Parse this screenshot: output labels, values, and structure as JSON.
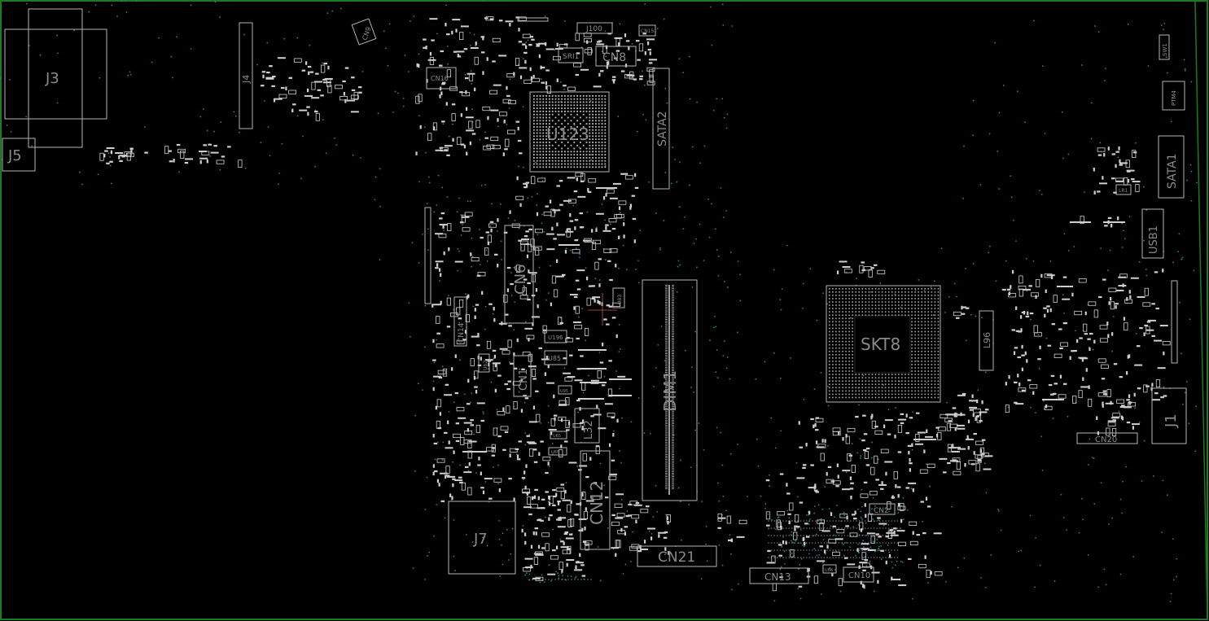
{
  "view": {
    "name": "pcb-boardview",
    "border_color": "#1e7a1e",
    "background": "#000000",
    "outline_color": "#b4b4b4",
    "label_color": "#8a8a8a",
    "via_color": "#1f8a8a"
  },
  "components": {
    "J3": "J3",
    "J5": "J5",
    "J4": "J4",
    "CN9": "CN9",
    "CN16": "CN16",
    "U123": "U123",
    "SRI1": "SRI1",
    "CN8": "CN8",
    "J100": "J100",
    "CN15": "CN15",
    "SATA2": "SATA2",
    "SW1": "SW1",
    "PTM4": "PTM4",
    "SATA1": "SATA1",
    "USB1": "USB1",
    "LR1": "LR1",
    "CN6": "CN6",
    "CN14": "CN14",
    "CN1": "CN1",
    "U196": "U196",
    "U85": "U85",
    "DIM1": "DIM1",
    "L32": "L32",
    "CN12": "CN12",
    "J7": "J7",
    "CN21": "CN21",
    "SKT8": "SKT8",
    "L96": "L96",
    "J1": "J1",
    "CN20": "CN20",
    "CN2": "CN2",
    "CN13": "CN13",
    "CN10": "CN10",
    "U83": "U83",
    "U82": "U82",
    "U65": "U65",
    "U66": "U66",
    "U95": "U95",
    "U86": "U86"
  }
}
